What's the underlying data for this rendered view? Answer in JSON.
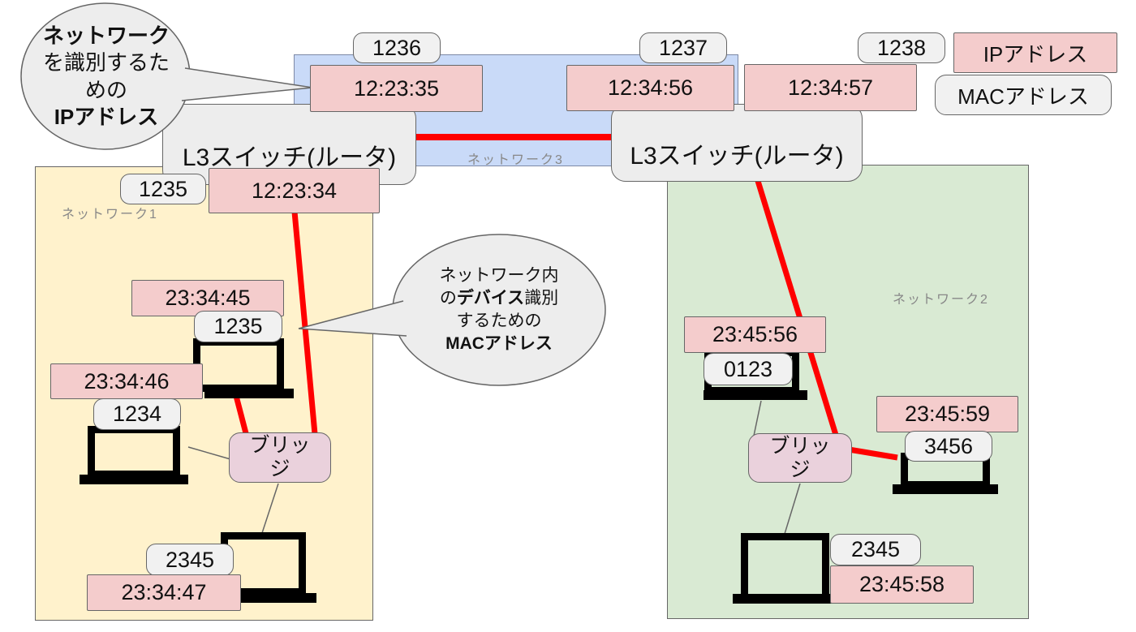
{
  "legend": {
    "ip": "IPアドレス",
    "mac": "MACアドレス"
  },
  "networks": {
    "n1": "ネットワーク1",
    "n2": "ネットワーク2",
    "n3": "ネットワーク3"
  },
  "routers": {
    "left": "L3スイッチ(ルータ)",
    "right": "L3スイッチ(ルータ)"
  },
  "bridges": {
    "left": "ブリッジ",
    "right": "ブリッジ"
  },
  "router_left": {
    "wan": {
      "mac": "1236",
      "ip": "12:23:35"
    },
    "lan": {
      "mac": "1235",
      "ip": "12:23:34"
    }
  },
  "router_right": {
    "wan_left": {
      "mac": "1237",
      "ip": "12:34:56"
    },
    "wan_right": {
      "mac": "1238",
      "ip": "12:34:57"
    }
  },
  "devices_n1": [
    {
      "ip": "23:34:45",
      "mac": "1235"
    },
    {
      "ip": "23:34:46",
      "mac": "1234"
    },
    {
      "ip": "23:34:47",
      "mac": "2345"
    }
  ],
  "devices_n2": [
    {
      "ip": "23:45:56",
      "mac": "0123"
    },
    {
      "ip": "23:45:59",
      "mac": "3456"
    },
    {
      "ip": "23:45:58",
      "mac": "2345"
    }
  ],
  "notes": {
    "ip_note": {
      "segments": [
        {
          "text": "ネットワーク",
          "bold": true
        },
        {
          "text": "\nを識別するた\nめの\n",
          "bold": false
        },
        {
          "text": "IPアドレス",
          "bold": true
        }
      ]
    },
    "mac_note": {
      "segments": [
        {
          "text": "ネットワーク内\nの",
          "bold": false
        },
        {
          "text": "デバイス",
          "bold": true
        },
        {
          "text": "識別\nするための\n",
          "bold": false
        },
        {
          "text": "MACアドレス",
          "bold": true
        }
      ]
    }
  },
  "colors": {
    "ip_fill": "#f4cccc",
    "mac_fill": "#f1f1f1",
    "network1_fill": "#fff2cc",
    "network2_fill": "#d9ead3",
    "network3_fill": "#c9daf8",
    "bridge_fill": "#ead1dc",
    "link": "#ff0000"
  }
}
